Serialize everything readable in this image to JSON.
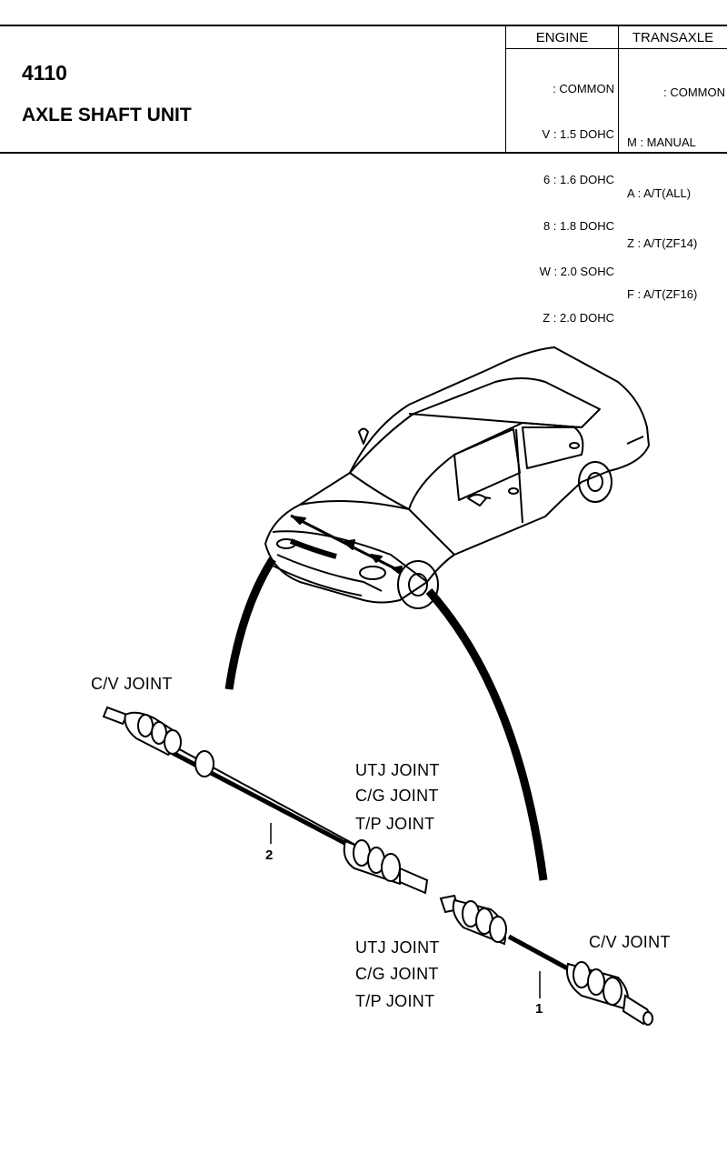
{
  "header": {
    "code": "4110",
    "title": "AXLE SHAFT UNIT",
    "engine": {
      "heading": "ENGINE",
      "items": [
        ": COMMON",
        "V : 1.5 DOHC",
        "6 : 1.6 DOHC",
        "8 : 1.8 DOHC",
        "W : 2.0 SOHC",
        "Z : 2.0 DOHC"
      ]
    },
    "transaxle": {
      "heading": "TRANSAXLE",
      "items": [
        ": COMMON",
        "M : MANUAL",
        "A : A/T(ALL)",
        "Z : A/T(ZF14)",
        "F : A/T(ZF16)"
      ]
    }
  },
  "labels": {
    "cv_joint_top": "C/V JOINT",
    "utj_top": "UTJ JOINT",
    "cg_top": "C/G JOINT",
    "tp_top": "T/P JOINT",
    "utj_bottom": "UTJ JOINT",
    "cg_bottom": "C/G JOINT",
    "tp_bottom": "T/P JOINT",
    "cv_joint_bottom": "C/V JOINT",
    "part_2": "2",
    "part_1": "1"
  }
}
